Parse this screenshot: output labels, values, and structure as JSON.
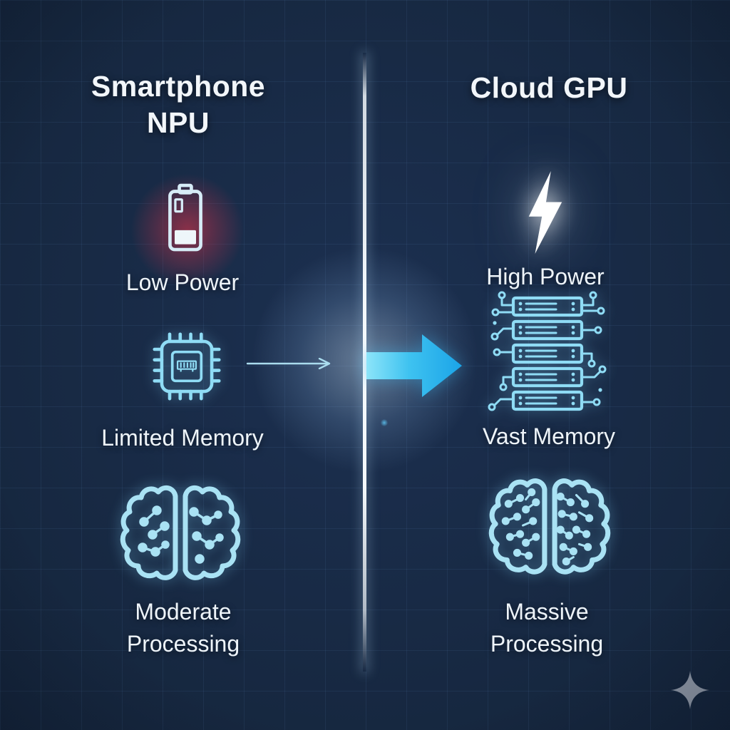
{
  "colors": {
    "background": "#16273f",
    "grid_line": "#2c456a",
    "icon_cyan": "#a9e2f4",
    "chip_cyan": "#8fdcf5",
    "divider_white": "#f4f9fc",
    "arrow_gradient_start": "#8ce4f9",
    "arrow_gradient_end": "#1ba4e8",
    "battery_glow_red": "#e8344a",
    "battery_outline": "#d6ecf7",
    "lightning_white": "#ffffff",
    "text_white": "#eef4f9",
    "sparkle_gray": "#8e97a6"
  },
  "left_column": {
    "title": "Smartphone NPU",
    "items": [
      {
        "icon": "battery-low-icon",
        "label": "Low Power"
      },
      {
        "icon": "memory-chip-icon",
        "label": "Limited Memory"
      },
      {
        "icon": "brain-network-icon",
        "label": "Moderate Processing"
      }
    ]
  },
  "right_column": {
    "title": "Cloud GPU",
    "items": [
      {
        "icon": "lightning-bolt-icon",
        "label": "High Power"
      },
      {
        "icon": "server-rack-icon",
        "label": "Vast Memory"
      },
      {
        "icon": "circuit-brain-icon",
        "label": "Massive Processing"
      }
    ]
  },
  "center": {
    "divider_icon": "vertical-divider-line",
    "small_arrow_icon": "thin-right-arrow",
    "large_arrow_icon": "large-right-arrow"
  },
  "watermark": {
    "icon": "sparkle-icon"
  }
}
